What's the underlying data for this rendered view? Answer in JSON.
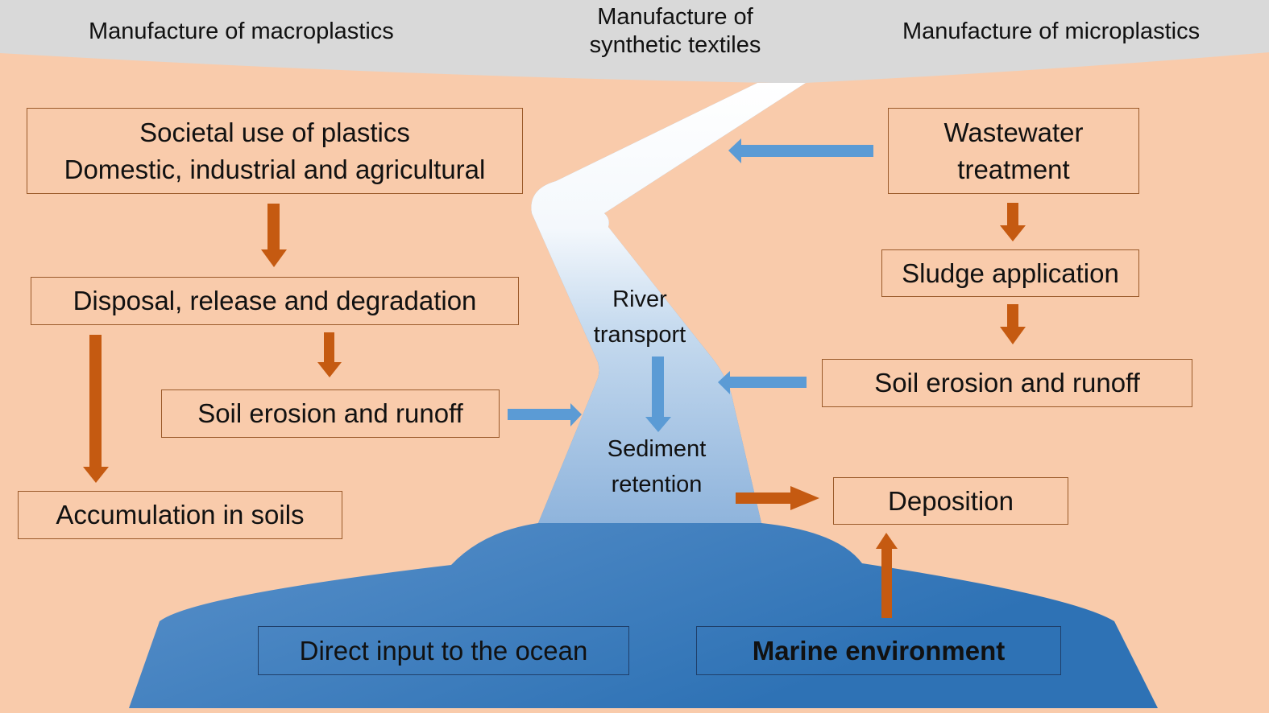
{
  "header": {
    "left": "Manufacture of macroplastics",
    "center_line1": "Manufacture of",
    "center_line2": "synthetic textiles",
    "right": "Manufacture of microplastics"
  },
  "boxes": {
    "societal_line1": "Societal use of plastics",
    "societal_line2": "Domestic, industrial and agricultural",
    "disposal": "Disposal, release and degradation",
    "soil_left": "Soil erosion and runoff",
    "accumulation": "Accumulation in soils",
    "wastewater_line1": "Wastewater",
    "wastewater_line2": "treatment",
    "sludge": "Sludge application",
    "soil_right": "Soil erosion and runoff",
    "deposition": "Deposition",
    "direct_input": "Direct input to the ocean",
    "marine": "Marine environment"
  },
  "river": {
    "transport_line1": "River",
    "transport_line2": "transport",
    "sediment_line1": "Sediment",
    "sediment_line2": "retention"
  },
  "colors": {
    "land": "#f9cbab",
    "sky": "#d9d9d9",
    "orange_arrow": "#c55a11",
    "blue_arrow": "#5b9bd5",
    "ocean_dark": "#2e75b6",
    "box_border": "#9b5a2a"
  }
}
